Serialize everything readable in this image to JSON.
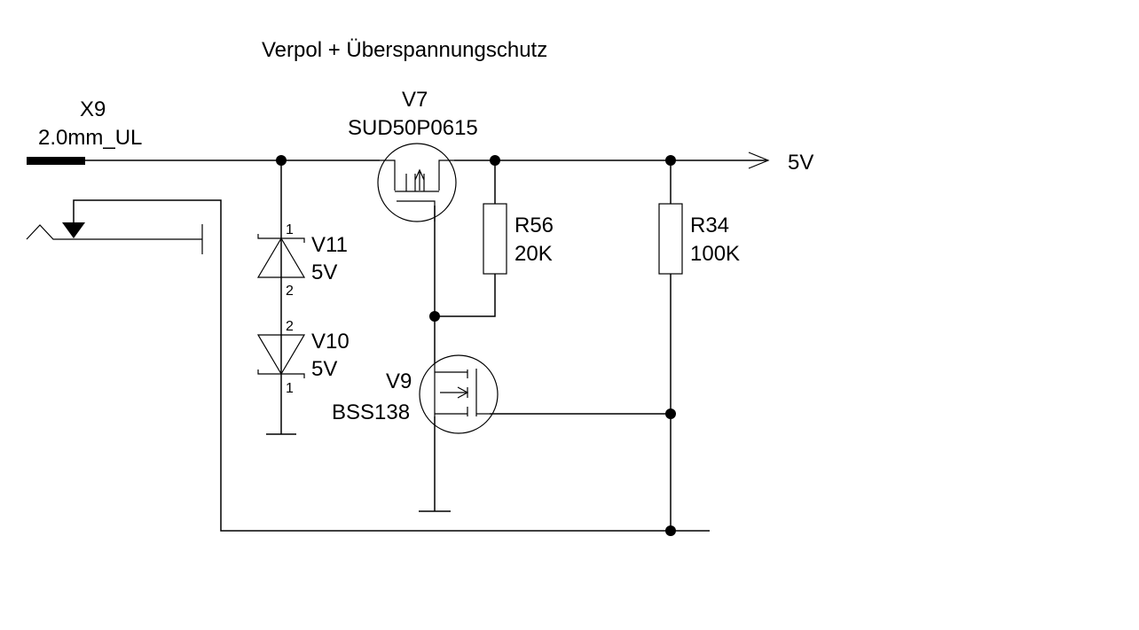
{
  "title": "Verpol + Überspannungschutz",
  "connector": {
    "ref": "X9",
    "value": "2.0mm_UL"
  },
  "v7": {
    "ref": "V7",
    "value": "SUD50P0615"
  },
  "r56": {
    "ref": "R56",
    "value": "20K"
  },
  "r34": {
    "ref": "R34",
    "value": "100K"
  },
  "v11": {
    "ref": "V11",
    "value": "5V",
    "pin_top": "1",
    "pin_bottom": "2"
  },
  "v10": {
    "ref": "V10",
    "value": "5V",
    "pin_top": "2",
    "pin_bottom": "1"
  },
  "v9": {
    "ref": "V9",
    "value": "BSS138"
  },
  "output_net": "5V"
}
